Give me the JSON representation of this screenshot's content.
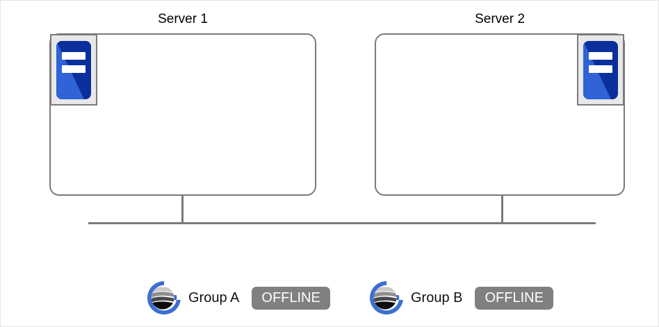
{
  "diagram": {
    "type": "cluster-topology",
    "servers": [
      {
        "title": "Server 1",
        "icon": "server-icon",
        "icon_position": "top-left"
      },
      {
        "title": "Server 2",
        "icon": "server-icon",
        "icon_position": "top-right"
      }
    ],
    "connection": {
      "name": "shared-bus",
      "icon": "bus-line"
    },
    "legend": [
      {
        "logo_icon": "group-globe-logo-icon",
        "label": "Group A",
        "status": "OFFLINE",
        "status_color": "#808080"
      },
      {
        "logo_icon": "group-globe-logo-icon",
        "label": "Group B",
        "status": "OFFLINE",
        "status_color": "#808080"
      }
    ],
    "colors": {
      "outline": "#7a7a7a",
      "icon_blue_dark": "#0a2f9c",
      "icon_blue_light": "#2f63d6",
      "badge_fill": "#e8e8e8",
      "logo_blue": "#3c6fd0",
      "status_gray": "#808080",
      "background": "#ffffff"
    }
  }
}
